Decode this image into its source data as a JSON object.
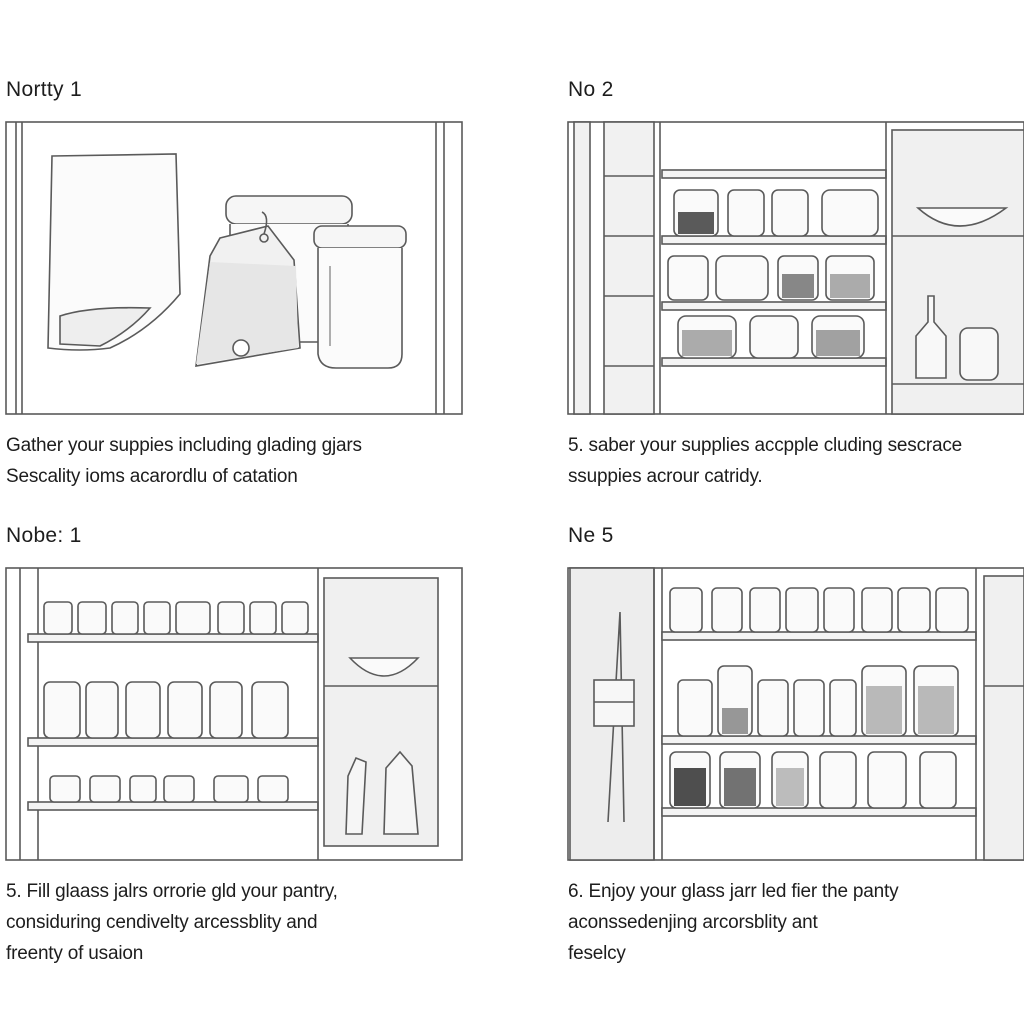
{
  "steps": [
    {
      "label": "Nortty 1",
      "caption": [
        "Gather your suppies including glading gjars",
        "Sescality ioms acarordlu of catation"
      ]
    },
    {
      "label": "No 2",
      "caption": [
        "5. saber your supplies accpple cluding sescrace",
        "ssuppies acrour catridy."
      ]
    },
    {
      "label": "Nobe:  1",
      "caption": [
        "5. Fill glaass jalrs orrorie gld your pantry,",
        "considuring cendivelty arcessblity and",
        "freenty of usaion"
      ]
    },
    {
      "label": "Ne 5",
      "caption": [
        "6. Enjoy your glass jarr led fier the panty",
        "aconssedenjing arcorsblity ant",
        "feselcy"
      ]
    }
  ]
}
